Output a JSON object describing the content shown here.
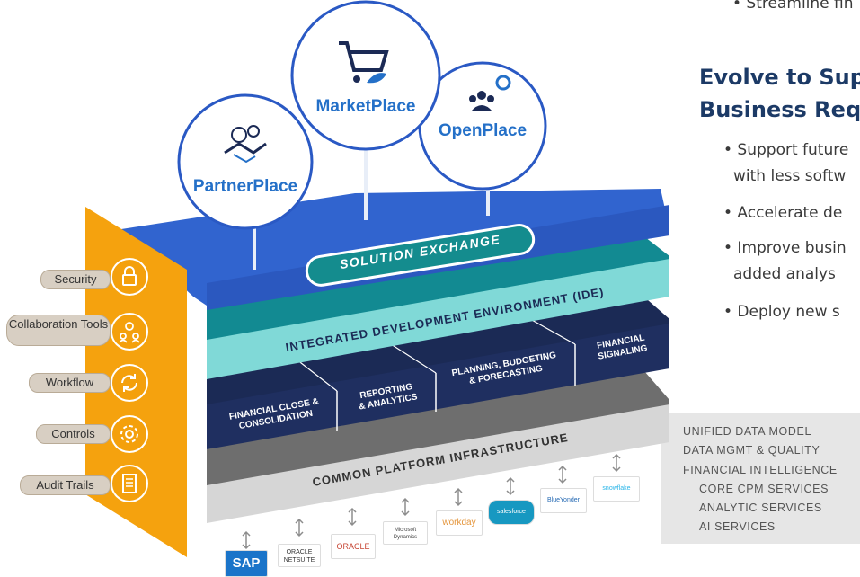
{
  "platforms": {
    "partner": "PartnerPlace",
    "market": "MarketPlace",
    "open": "OpenPlace"
  },
  "layers": {
    "solution_exchange": "SOLUTION EXCHANGE",
    "ide": "INTEGRATED DEVELOPMENT ENVIRONMENT (IDE)",
    "modules": {
      "consolidation": [
        "FINANCIAL CLOSE &",
        "CONSOLIDATION"
      ],
      "reporting": [
        "REPORTING",
        "& ANALYTICS"
      ],
      "planning": [
        "PLANNING, BUDGETING",
        "& FORECASTING"
      ],
      "signaling": [
        "FINANCIAL",
        "SIGNALING"
      ]
    },
    "infrastructure": "COMMON PLATFORM INFRASTRUCTURE"
  },
  "side_features": [
    {
      "label": "Security",
      "icon": "lock-icon"
    },
    {
      "label": "Collaboration Tools",
      "icon": "people-bulb-icon"
    },
    {
      "label": "Workflow",
      "icon": "cycle-icon"
    },
    {
      "label": "Controls",
      "icon": "gear-icon"
    },
    {
      "label": "Audit Trails",
      "icon": "document-list-icon"
    }
  ],
  "services": [
    "UNIFIED DATA MODEL",
    "DATA MGMT & QUALITY",
    "FINANCIAL INTELLIGENCE",
    "CORE CPM SERVICES",
    "ANALYTIC SERVICES",
    "AI SERVICES"
  ],
  "logos": [
    "SAP",
    "ORACLE NETSUITE",
    "ORACLE",
    "Microsoft Dynamics",
    "workday",
    "salesforce",
    "BlueYonder",
    "snowflake"
  ],
  "text_panel": {
    "top_bullet": "• Streamline fin",
    "heading_line1": "Evolve to Sup",
    "heading_line2": "Business Req",
    "bullets": [
      "• Support future",
      "with less softw",
      "• Accelerate de",
      "• Improve busin",
      "added analys",
      "• Deploy new s"
    ]
  },
  "colors": {
    "navy": "#1b2a55",
    "blue": "#3a6bd4",
    "teal": "#128a92",
    "ide": "#7fd8d8",
    "gray": "#6b6b6b",
    "orange": "#f4a00c",
    "text_blue": "#2470c8"
  }
}
